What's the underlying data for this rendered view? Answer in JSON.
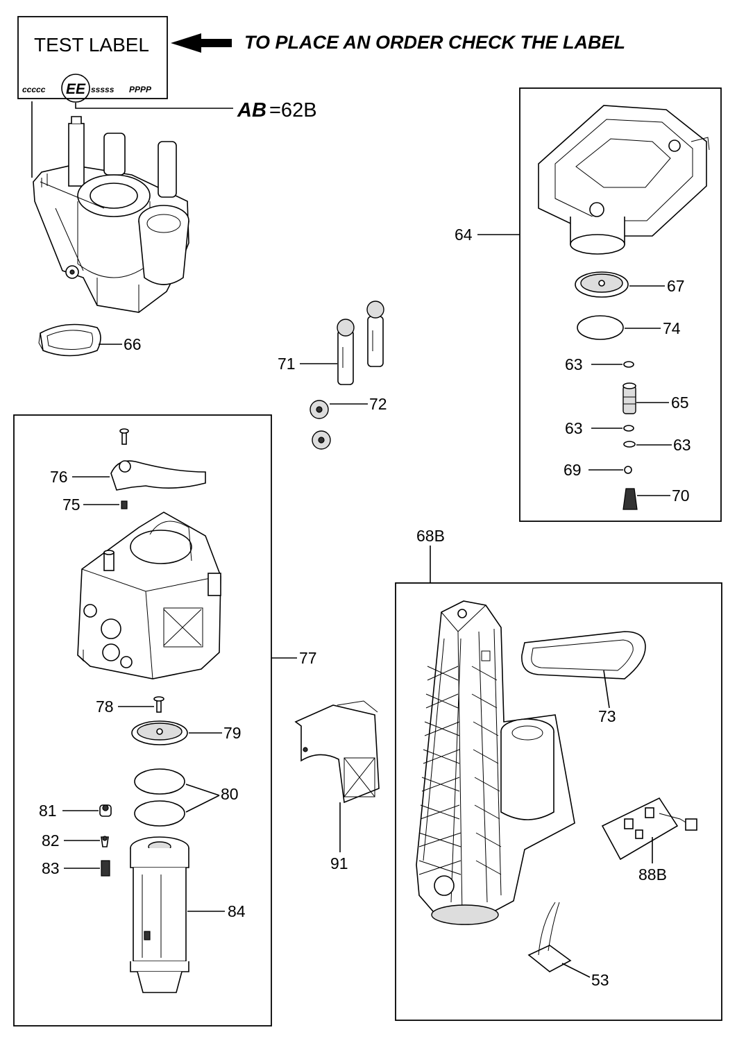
{
  "header": {
    "test_label": "TEST LABEL",
    "code_left": "ccccc",
    "code_mid": "EE",
    "code_right": "sssss",
    "code_right2": "PPPP",
    "instruction": "TO PLACE AN ORDER CHECK THE LABEL",
    "ab_key": "AB",
    "ab_value": "=62B"
  },
  "parts": {
    "p64": "64",
    "p67": "67",
    "p74": "74",
    "p63a": "63",
    "p65": "65",
    "p63b": "63",
    "p63c": "63",
    "p69": "69",
    "p70": "70",
    "p66": "66",
    "p71": "71",
    "p72": "72",
    "p76": "76",
    "p75": "75",
    "p77": "77",
    "p78": "78",
    "p79": "79",
    "p80": "80",
    "p81": "81",
    "p82": "82",
    "p83": "83",
    "p84": "84",
    "p91": "91",
    "p68b": "68B",
    "p73": "73",
    "p88b": "88B",
    "p53": "53"
  }
}
